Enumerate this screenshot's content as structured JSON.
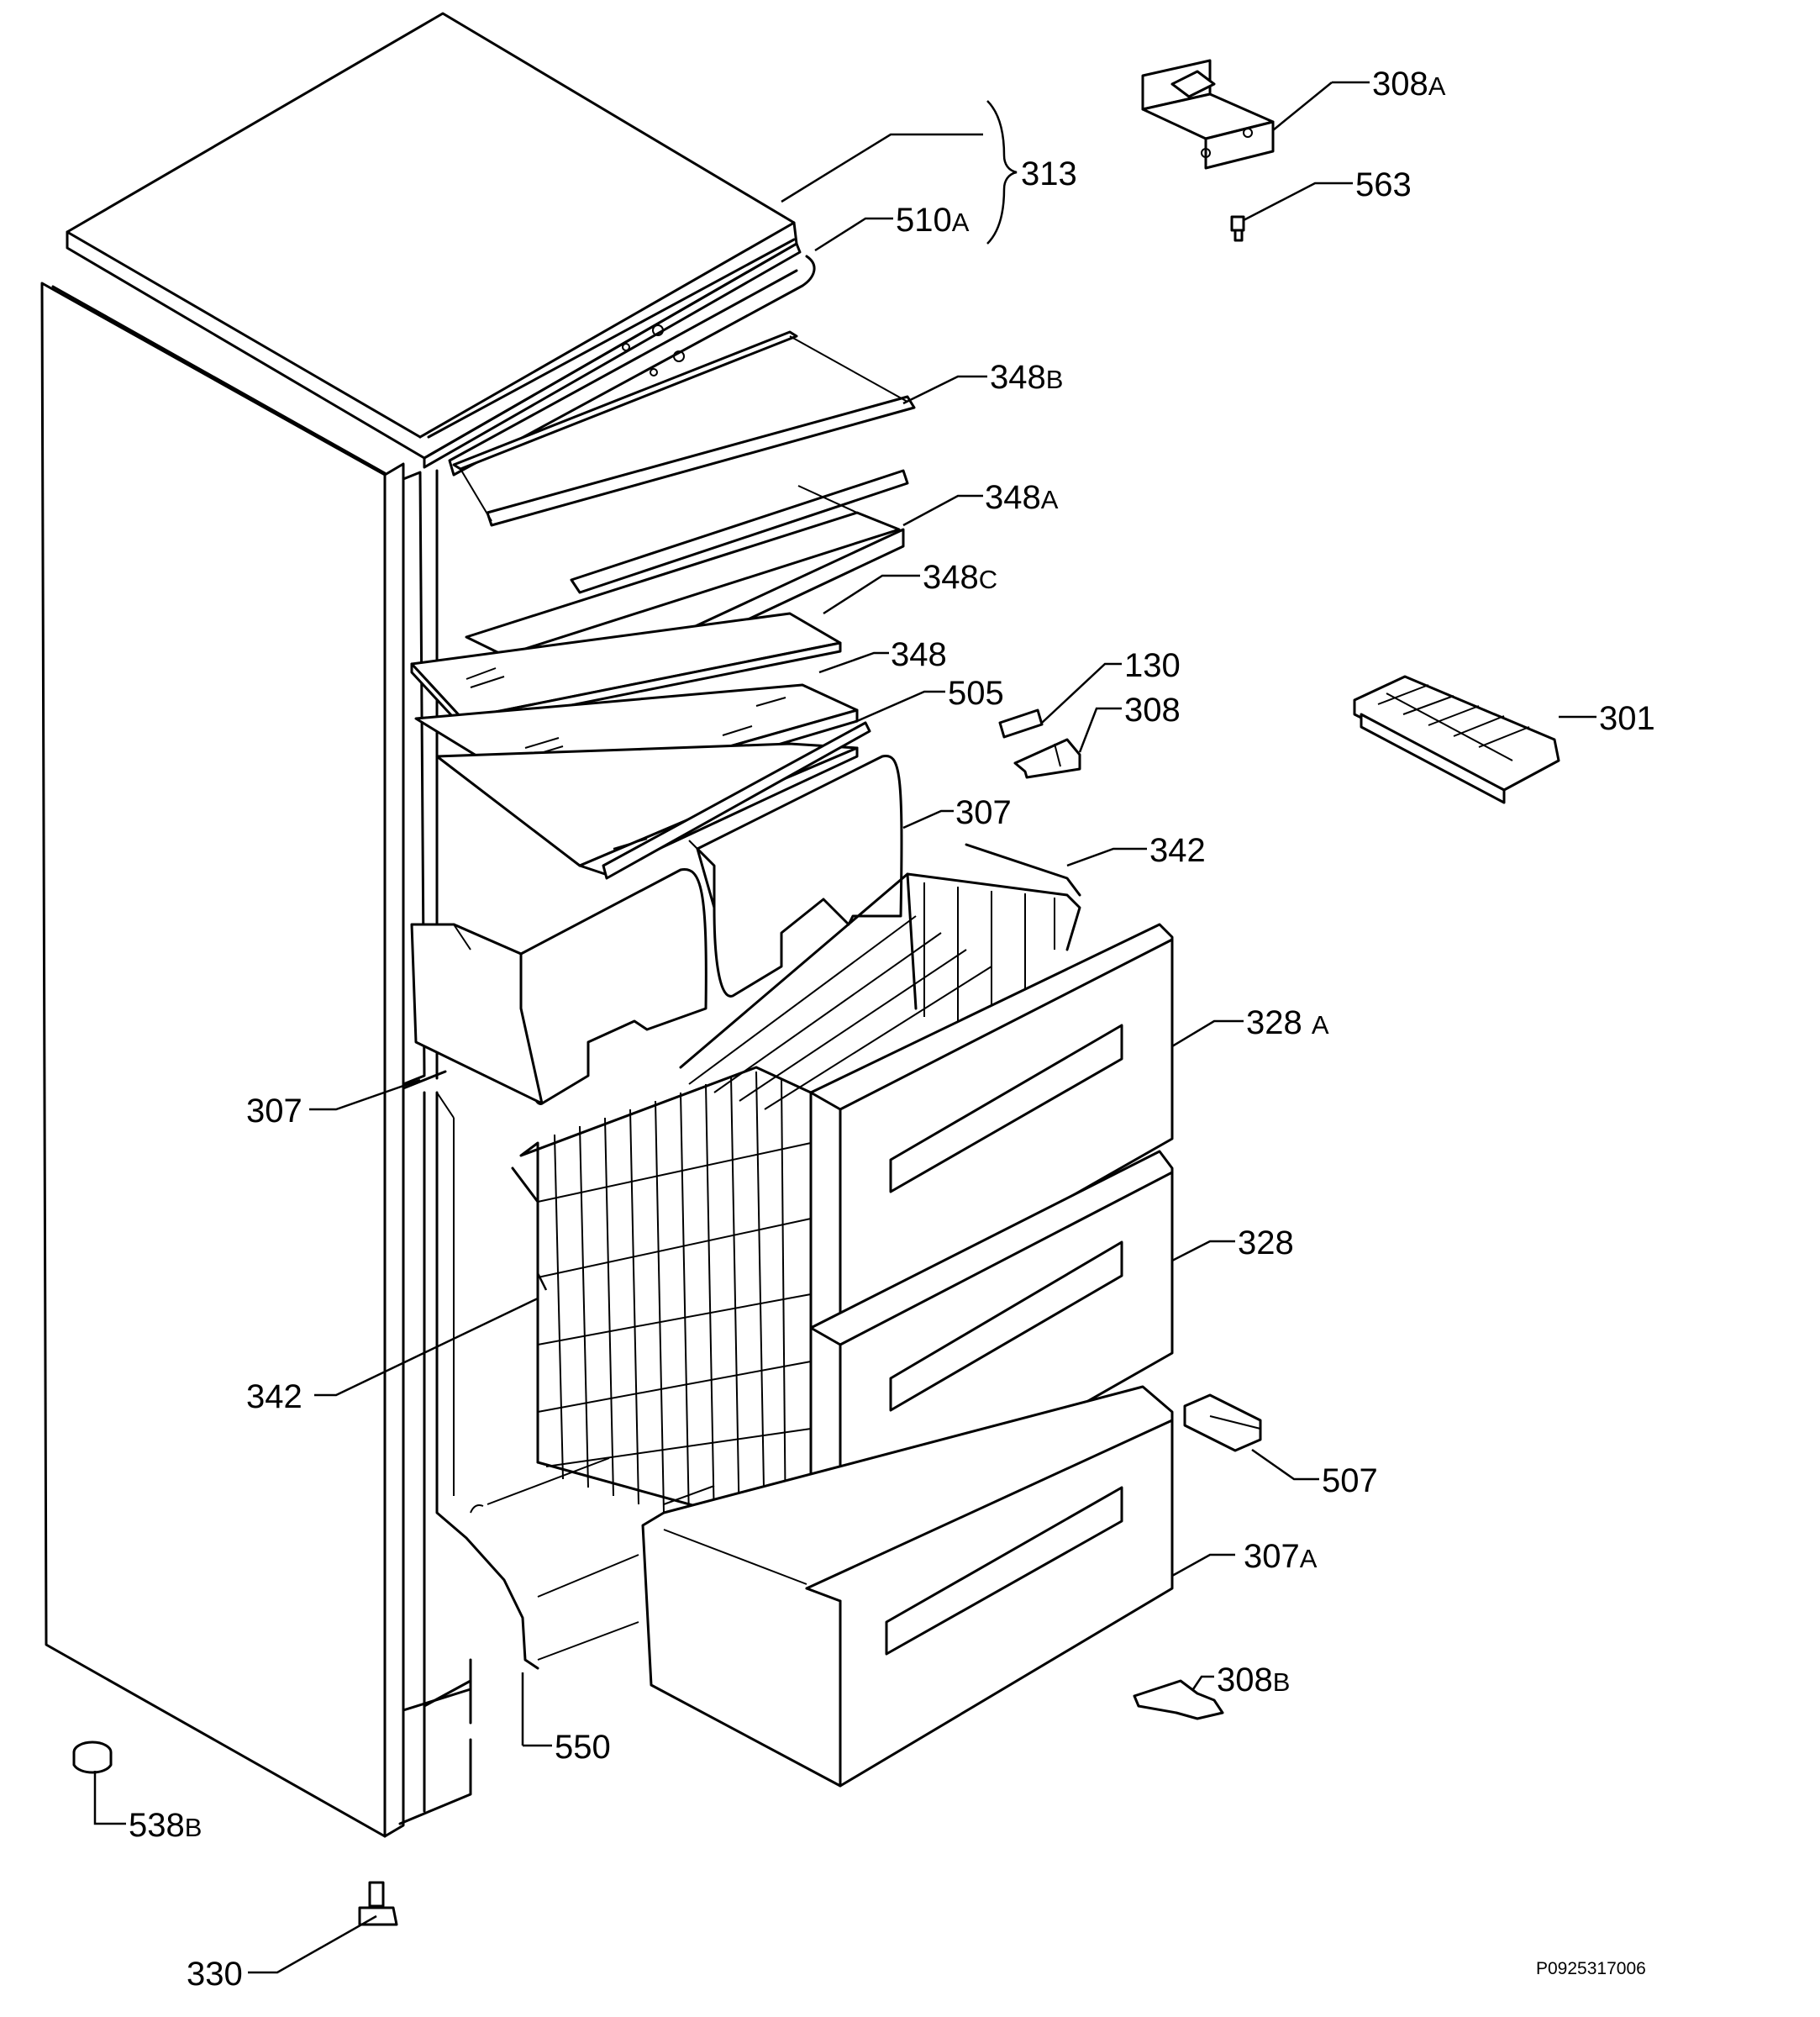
{
  "diagram_code": "P0925317006",
  "labels": [
    {
      "id": "308A",
      "number": "308",
      "suffix": "A"
    },
    {
      "id": "563",
      "number": "563",
      "suffix": ""
    },
    {
      "id": "313",
      "number": "313",
      "suffix": ""
    },
    {
      "id": "510A",
      "number": "510",
      "suffix": "A"
    },
    {
      "id": "348B",
      "number": "348",
      "suffix": "B"
    },
    {
      "id": "348A",
      "number": "348",
      "suffix": "A"
    },
    {
      "id": "348C",
      "number": "348",
      "suffix": "C"
    },
    {
      "id": "348",
      "number": "348",
      "suffix": ""
    },
    {
      "id": "505",
      "number": "505",
      "suffix": ""
    },
    {
      "id": "130",
      "number": "130",
      "suffix": ""
    },
    {
      "id": "308",
      "number": "308",
      "suffix": ""
    },
    {
      "id": "301",
      "number": "301",
      "suffix": ""
    },
    {
      "id": "307-right",
      "number": "307",
      "suffix": ""
    },
    {
      "id": "342-top",
      "number": "342",
      "suffix": ""
    },
    {
      "id": "328A",
      "number": "328",
      "suffix": "A"
    },
    {
      "id": "307-left",
      "number": "307",
      "suffix": ""
    },
    {
      "id": "328",
      "number": "328",
      "suffix": ""
    },
    {
      "id": "342-left",
      "number": "342",
      "suffix": ""
    },
    {
      "id": "507",
      "number": "507",
      "suffix": ""
    },
    {
      "id": "307A",
      "number": "307",
      "suffix": "A"
    },
    {
      "id": "308B",
      "number": "308",
      "suffix": "B"
    },
    {
      "id": "550",
      "number": "550",
      "suffix": ""
    },
    {
      "id": "538B",
      "number": "538",
      "suffix": "B"
    },
    {
      "id": "330",
      "number": "330",
      "suffix": ""
    }
  ]
}
